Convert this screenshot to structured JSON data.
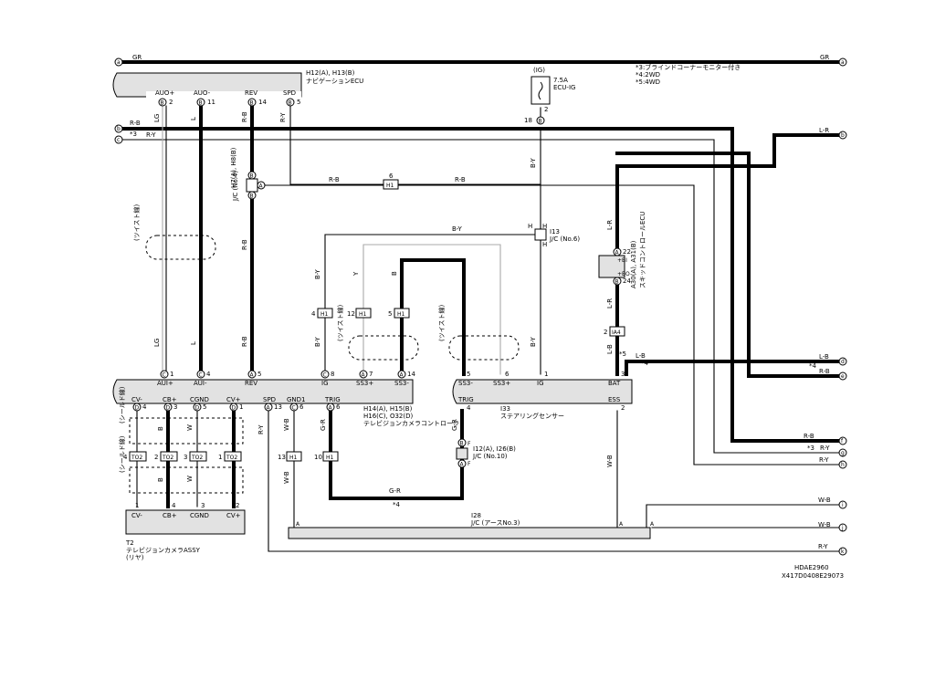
{
  "wire_colors": {
    "gr": "GR",
    "rb": "R-B",
    "ry": "R-Y",
    "lg": "LG",
    "l": "L",
    "by": "B-Y",
    "y": "Y",
    "b": "B",
    "lr": "L-R",
    "lb": "L-B",
    "gr2": "G-R",
    "wb": "W-B",
    "w": "W"
  },
  "notes": {
    "n1": "*3:ブラインドコーナーモニター付き",
    "n2": "*4:2WD",
    "n3": "*5:4WD",
    "star3": "*3",
    "star4": "*4",
    "star5": "*5",
    "twist": "(ツイスト線)",
    "shield": "(シールド線)"
  },
  "components": {
    "nav_ecu": "H12(A), H13(B)",
    "nav_ecu_name": "ナビゲーションECU",
    "fuse_ig": "(IG)",
    "fuse_amp": "7.5A",
    "fuse_name": "ECU-IG",
    "jc_h7": "H7(A), H8(B)",
    "jc_h7_name": "J/C (No.4)",
    "jc_i13": "I13",
    "jc_i13_name": "J/C (No.6)",
    "skid_ecu": "A30(A), A31(B)",
    "skid_ecu_name": "スキッドコントロールECU",
    "cam_ctrl": "H14(A), H15(B)",
    "cam_ctrl2": "H16(C), O32(D)",
    "cam_ctrl_name": "テレビジョンカメラコントローラ",
    "steer": "I33",
    "steer_name": "ステアリングセンサー",
    "jc_i12": "I12(A), I26(B)",
    "jc_i12_name": "J/C (No.10)",
    "earth": "I28",
    "earth_name": "J/C (アースNo.3)",
    "cam": "T2",
    "cam_name": "テレビジョンカメラASSY",
    "cam_name2": "(リヤ)",
    "h1": "H1",
    "h1_6": "6",
    "h1_4": "4",
    "h1_12": "12",
    "h1_5": "5",
    "h1_13": "13",
    "h1_10": "10",
    "ia4": "IA4",
    "ia4_2": "2",
    "to2": "TO2"
  },
  "pins": {
    "nav_top": [
      "AUO+",
      "AUO-",
      "REV",
      "SPD"
    ],
    "nav_top_num": [
      "2",
      "11",
      "14",
      "5"
    ],
    "ctrl_top": [
      "AUI+",
      "AUI-",
      "REV",
      "IG",
      "SS3+",
      "SS3-"
    ],
    "ctrl_top_num": [
      "1",
      "4",
      "5",
      "8",
      "7",
      "14"
    ],
    "ctrl_bot": [
      "CV-",
      "CB+",
      "CGND",
      "CV+",
      "SPD",
      "GND1",
      "TRIG"
    ],
    "ctrl_bot_num": [
      "4",
      "3",
      "5",
      "1",
      "13",
      "6",
      "6"
    ],
    "steer_top": [
      "SS3-",
      "SS3+",
      "IG",
      "BAT"
    ],
    "steer_top_num": [
      "5",
      "6",
      "1",
      "3"
    ],
    "steer_bot": [
      "TRIG",
      "ESS"
    ],
    "steer_bot_num": [
      "4",
      "2"
    ],
    "cam_pins": [
      "CV-",
      "CB+",
      "CGND",
      "CV+"
    ],
    "cam_num": [
      "1",
      "4",
      "3",
      "2"
    ],
    "to2_num": [
      "4",
      "2",
      "3",
      "1"
    ],
    "fuse_pin": "2",
    "fuse_jc": "18",
    "skid_top": "22",
    "skid_top_label": "+BI",
    "skid_bot": "24",
    "skid_bot_label": "+BO"
  },
  "terminals": [
    "a",
    "b",
    "c",
    "d",
    "e",
    "f",
    "g",
    "h",
    "i",
    "j",
    "k"
  ],
  "footer": {
    "code1": "HDAE2960",
    "code2": "X417D0408E29073"
  }
}
